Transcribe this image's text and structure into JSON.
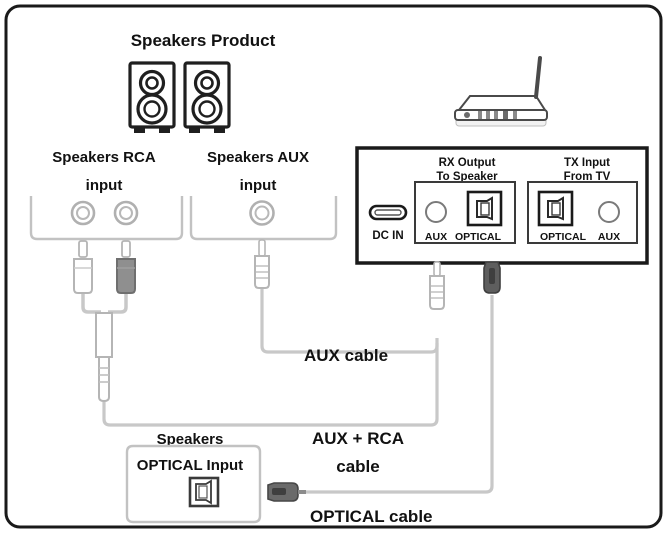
{
  "diagram": {
    "title": "Speakers Product",
    "frame_color": "#1a1a1a",
    "background": "#ffffff",
    "line_color": "#b5b5b5",
    "dark_color": "#5a5a5a",
    "labels": {
      "speakers_product": "Speakers Product",
      "speakers_rca_input_line1": "Speakers RCA",
      "speakers_rca_input_line2": "input",
      "speakers_aux_input_line1": "Speakers AUX",
      "speakers_aux_input_line2": "input",
      "speakers_optical_line1": "Speakers",
      "speakers_optical_line2": "OPTICAL Input",
      "aux_cable": "AUX cable",
      "aux_rca_cable_line1": "AUX + RCA",
      "aux_rca_cable_line2": "cable",
      "optical_cable": "OPTICAL cable"
    },
    "device_panel": {
      "dc_in": "DC IN",
      "rx_group_line1": "RX Output",
      "rx_group_line2": "To Speaker",
      "tx_group_line1": "TX Input",
      "tx_group_line2": "From TV",
      "rx_aux": "AUX",
      "rx_optical": "OPTICAL",
      "tx_optical": "OPTICAL",
      "tx_aux": "AUX"
    },
    "components": {
      "speaker_left": "speaker-left",
      "speaker_right": "speaker-right",
      "tv_device": "tv-device",
      "rca_plug_white": "rca-plug-white",
      "rca_plug_red": "rca-plug-red",
      "aux_plug": "aux-plug",
      "optical_plug": "optical-plug"
    }
  }
}
